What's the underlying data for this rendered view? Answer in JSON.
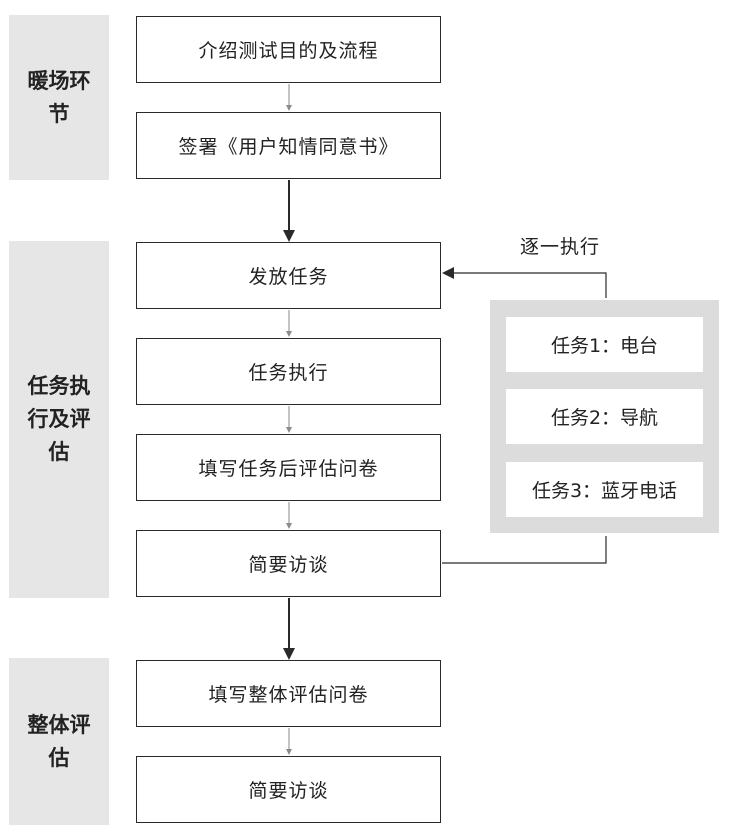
{
  "phases": [
    {
      "label": "暖场环节"
    },
    {
      "label": "任务执行及评估"
    },
    {
      "label": "整体评估"
    }
  ],
  "steps": [
    {
      "label": "介绍测试目的及流程"
    },
    {
      "label": "签署《用户知情同意书》"
    },
    {
      "label": "发放任务"
    },
    {
      "label": "任务执行"
    },
    {
      "label": "填写任务后评估问卷"
    },
    {
      "label": "简要访谈"
    },
    {
      "label": "填写整体评估问卷"
    },
    {
      "label": "简要访谈"
    }
  ],
  "tasks": [
    {
      "label": "任务1：电台"
    },
    {
      "label": "任务2：导航"
    },
    {
      "label": "任务3：蓝牙电话"
    }
  ],
  "loop": {
    "label": "逐一执行"
  },
  "colors": {
    "phase_bg": "#e6e6e6",
    "task_panel_bg": "#dcdcdc",
    "line": "#2a2a2a",
    "thin_line": "#8a8a8a"
  }
}
